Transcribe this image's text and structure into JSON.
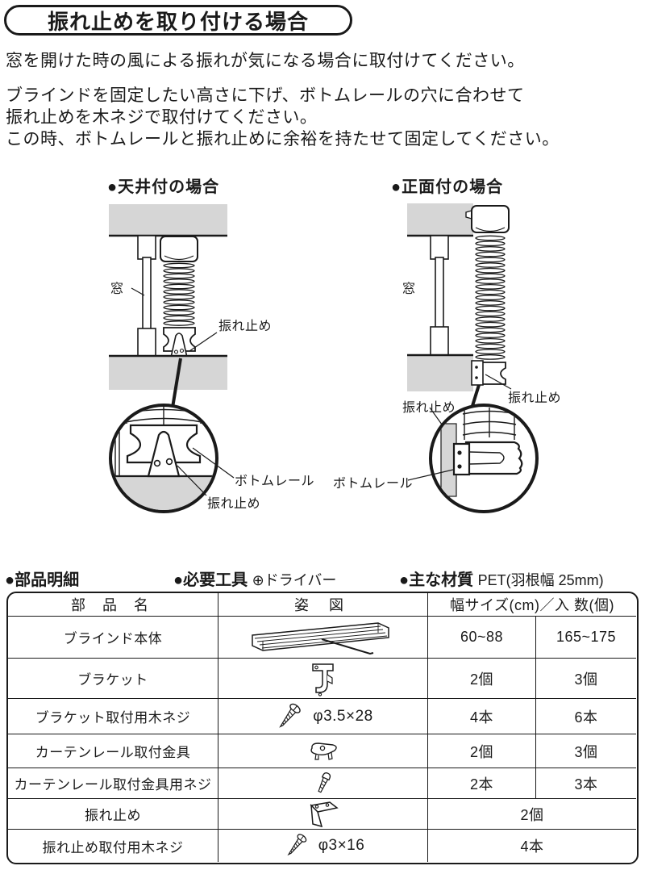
{
  "page": {
    "bg": "#ffffff",
    "ink": "#1a1a1a",
    "gray": "#d6d6d6"
  },
  "title": "振れ止めを取り付ける場合",
  "intro": "窓を開けた時の風による振れが気になる場合に取付けてください。",
  "instructions": {
    "line1": "ブラインドを固定したい高さに下げ、ボトムレールの穴に合わせて",
    "line2": "振れ止めを木ネジで取付けてください。",
    "line3": "この時、ボトムレールと振れ止めに余裕を持たせて固定してください。"
  },
  "diagram_ceiling": {
    "heading": "●天井付の場合",
    "label_window": "窓",
    "label_furedome_top": "振れ止め",
    "label_bottom_rail": "ボトムレール",
    "label_furedome_bottom": "振れ止め"
  },
  "diagram_front": {
    "heading": "●正面付の場合",
    "label_window": "窓",
    "label_furedome_right": "振れ止め",
    "label_furedome_left": "振れ止め",
    "label_bottom_rail": "ボトムレール"
  },
  "parts_header": {
    "parts": "●部品明細",
    "tools": "●必要工具",
    "tools_value": "⊕ドライバー",
    "material": "●主な材質",
    "material_value": "PET(羽根幅 25mm)"
  },
  "table": {
    "col_name": "部 品 名",
    "col_figure": "姿 図",
    "col_size": "幅サイズ(cm)／入 数(個)",
    "rows": [
      {
        "name": "ブラインド本体",
        "v1": "60~88",
        "v2": "165~175"
      },
      {
        "name": "ブラケット",
        "v1": "2個",
        "v2": "3個"
      },
      {
        "name": "ブラケット取付用木ネジ",
        "note": "φ3.5×28",
        "v1": "4本",
        "v2": "6本"
      },
      {
        "name": "カーテンレール取付金具",
        "v1": "2個",
        "v2": "3個"
      },
      {
        "name": "カーテンレール取付金具用ネジ",
        "v1": "2本",
        "v2": "3本"
      },
      {
        "name": "振れ止め",
        "v1": "2個"
      },
      {
        "name": "振れ止め取付用木ネジ",
        "note": "φ3×16",
        "v1": "4本"
      }
    ]
  }
}
